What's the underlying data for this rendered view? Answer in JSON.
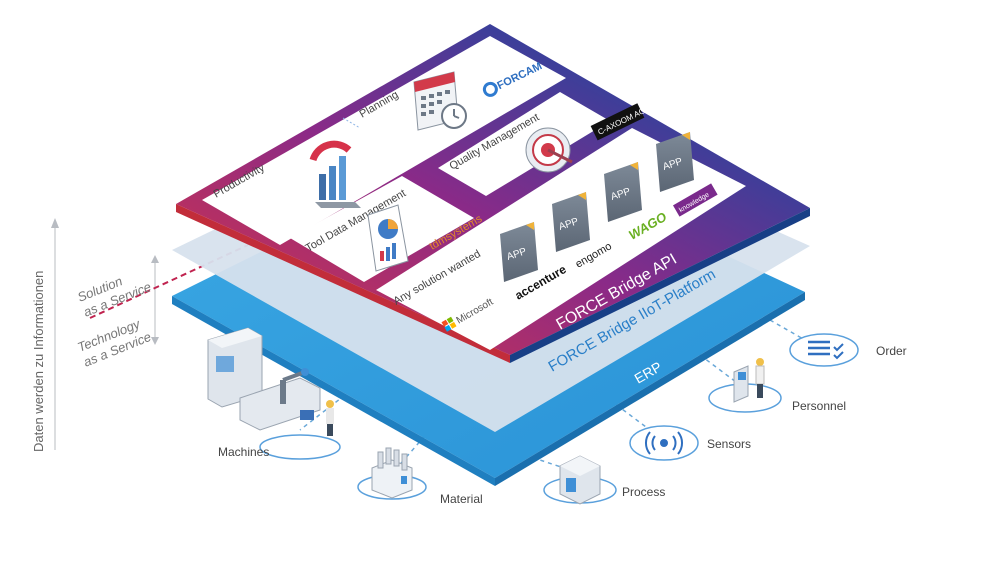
{
  "side": {
    "vertical_label": "Daten werden zu Informationen",
    "solution_line1": "Solution",
    "solution_line2": "as a Service",
    "technology_line1": "Technology",
    "technology_line2": "as a Service"
  },
  "layers": {
    "api": "FORCE Bridge API",
    "platform": "FORCE Bridge IIoT-Platform",
    "erp": "ERP"
  },
  "modules": {
    "productivity": "Productivity",
    "planning": "Planning",
    "quality": "Quality Management",
    "tool_data": "Tool Data Management",
    "any_solution": "Any solution wanted"
  },
  "app_label": "APP",
  "partners": {
    "forcam": "FORCAM",
    "axoom": "C-AXOOM AG",
    "tdm": "tdmsystems",
    "wago": "WAGO",
    "engomo": "engomo",
    "accenture": "accenture",
    "microsoft": "Microsoft",
    "other": "knowledge"
  },
  "nodes": {
    "machines": "Machines",
    "material": "Material",
    "process": "Process",
    "sensors": "Sensors",
    "personnel": "Personnel",
    "order": "Order"
  },
  "colors": {
    "blue_dark": "#1c4f9c",
    "blue_light": "#2f9fe0",
    "purple": "#7a2a8c",
    "red": "#e0353f",
    "platform_grey": "#d6e1ec"
  }
}
